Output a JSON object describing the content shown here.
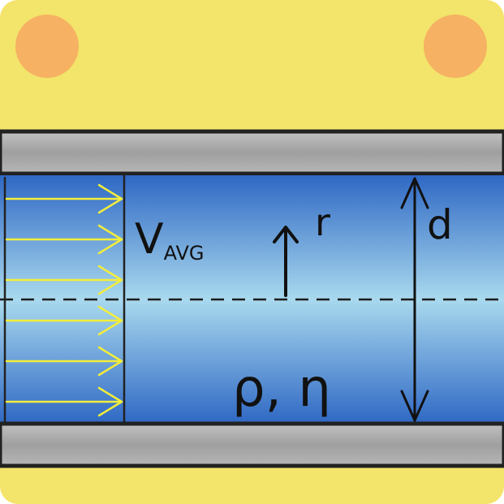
{
  "diagram": {
    "labels": {
      "velocity_main": "V",
      "velocity_sub": "AVG",
      "radius": "r",
      "diameter": "d",
      "properties": "ρ, η"
    },
    "colors": {
      "card_background": "#f4e46a",
      "corner_dot": "#f6b162",
      "pipe_wall": "#a8a8a8",
      "fluid_edge": "#2f68c4",
      "fluid_center": "#a9d9ee",
      "flow_arrows": "#f3ee3a",
      "ink": "#111111"
    },
    "icons": [
      "corner-dot",
      "velocity-arrow",
      "radius-arrow",
      "diameter-double-arrow"
    ]
  }
}
